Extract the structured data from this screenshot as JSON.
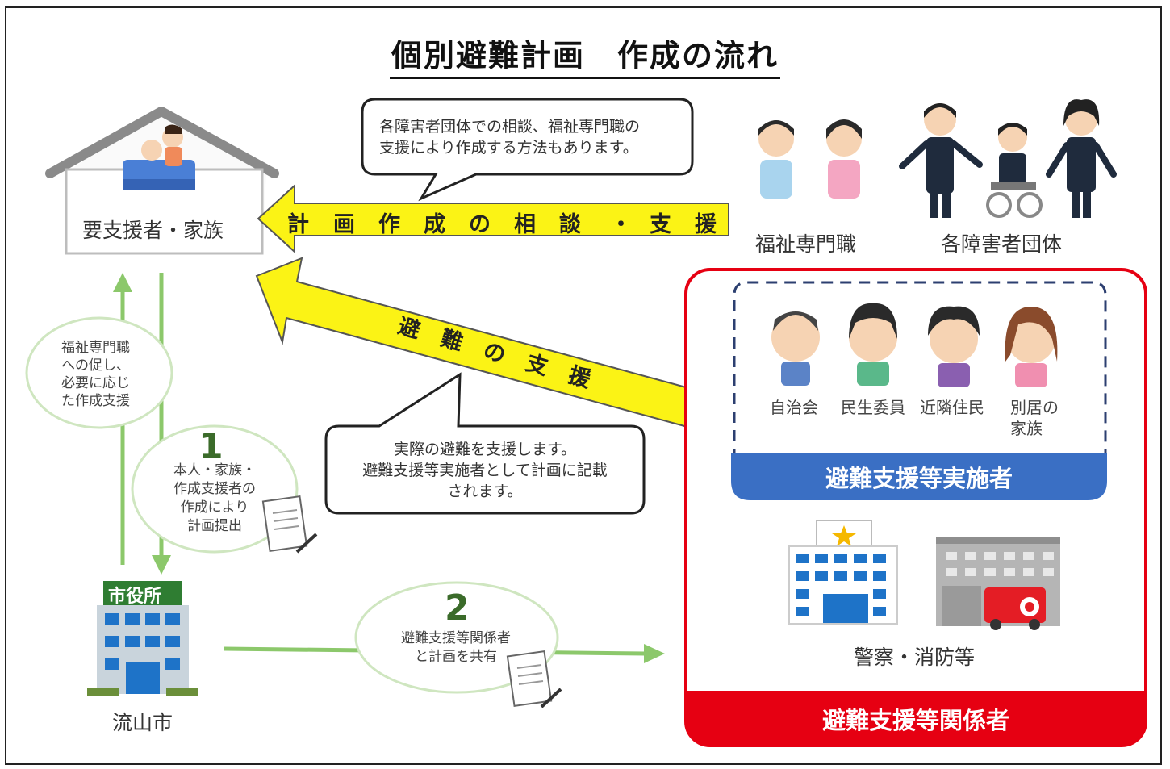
{
  "title": "個別避難計画　作成の流れ",
  "nodes": {
    "household": "要支援者・家族",
    "welfare": "福祉専門職",
    "disability_groups": "各障害者団体",
    "city": "流山市",
    "police_fire": "警察・消防等",
    "city_sign": "市役所"
  },
  "bubbles": {
    "top": [
      "各障害者団体での相談、福祉専門職の",
      "支援により作成する方法もあります。"
    ],
    "middle": [
      "実際の避難を支援します。",
      "避難支援等実施者として計画に記載",
      "されます。"
    ]
  },
  "arrows": {
    "plan_support": [
      "計",
      "画",
      "作",
      "成",
      "の",
      "相",
      "談",
      "・",
      "支",
      "援"
    ],
    "evac_support": [
      "避",
      "難",
      "の",
      "支",
      "援"
    ]
  },
  "circles": {
    "prompt": [
      "福祉専門職",
      "への促し、",
      "必要に応じ",
      "た作成支援"
    ],
    "step1_num": "1",
    "step1": [
      "本人・家族・",
      "作成支援者の",
      "作成により",
      "計画提出"
    ],
    "step2_num": "2",
    "step2": [
      "避難支援等関係者",
      "と計画を共有"
    ]
  },
  "implementers": {
    "members": [
      "自治会",
      "民生委員",
      "近隣住民",
      "別居の"
    ],
    "member_extra": "家族",
    "band": "避難支援等実施者"
  },
  "related_band": "避難支援等関係者",
  "colors": {
    "arrow_yellow": "#fbf315",
    "green_arrow": "#8cc86b",
    "red_frame": "#e60012",
    "blue_band": "#3a6fc4"
  }
}
